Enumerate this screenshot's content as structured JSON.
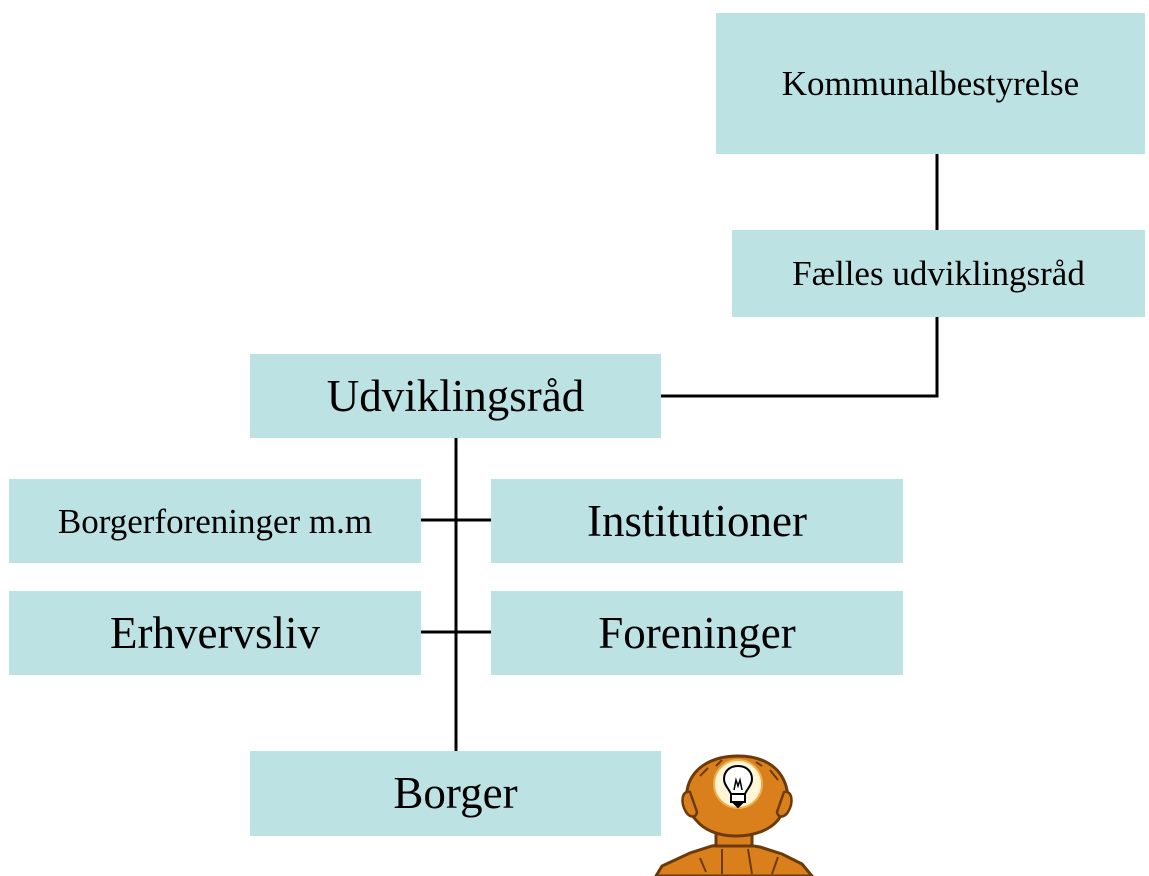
{
  "boxes": {
    "kommunalbestyrelse": "Kommunalbestyrelse",
    "faelles_udviklingsraad": "Fælles udviklingsråd",
    "udviklingsraad": "Udviklingsråd",
    "borgerforeninger": "Borgerforeninger m.m",
    "institutioner": "Institutioner",
    "erhvervsliv": "Erhvervsliv",
    "foreninger": "Foreninger",
    "borger": "Borger"
  },
  "colors": {
    "box_fill": "#bde2e4",
    "line": "#000000",
    "person_fill": "#d9801c",
    "person_outline": "#6b3a08",
    "bulb_glow": "#fff6d8"
  },
  "icons": {
    "person": "person-head-silhouette",
    "idea": "lightbulb-icon"
  }
}
